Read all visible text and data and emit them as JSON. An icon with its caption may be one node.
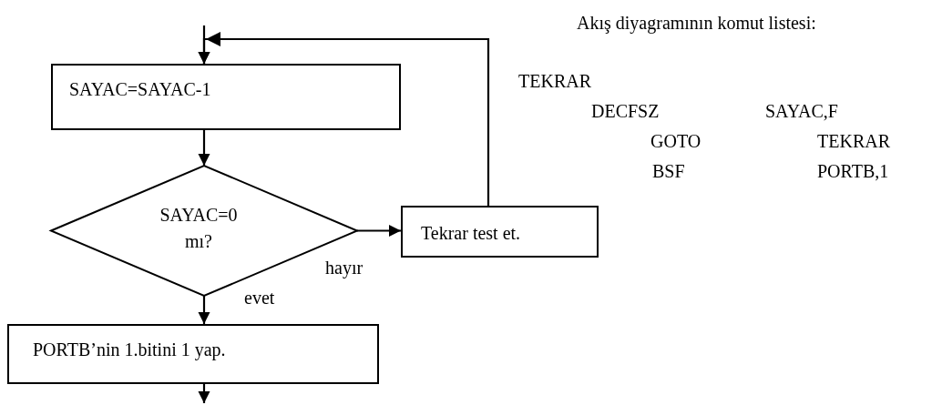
{
  "diagram": {
    "nodes": [
      {
        "text": [
          "SAYAC=SAYAC-1"
        ]
      },
      {
        "text": [
          "SAYAC=0 mı?"
        ]
      },
      {
        "text": [
          "Tekrar test et."
        ]
      },
      {
        "text": [
          "PORTB’nin 1.bitini 1 yap."
        ]
      }
    ],
    "edges": [
      {
        "from": null,
        "to": 0,
        "arrow": "to"
      },
      {
        "from": 0,
        "to": 1,
        "arrow": "to"
      },
      {
        "from": 1,
        "to": 2,
        "arrow": "to",
        "label": "hayır"
      },
      {
        "from": 1,
        "to": 3,
        "arrow": "to",
        "label": "evet"
      },
      {
        "from": 2,
        "to": 0,
        "arrow": "to"
      },
      {
        "from": 3,
        "to": null,
        "arrow": "to"
      }
    ],
    "labels": [
      "Akış diyagramının komut listesi:",
      "TEKRAR",
      "DECFSZ",
      "SAYAC,F",
      "GOTO",
      "TEKRAR",
      "BSF",
      "PORTB,1"
    ]
  }
}
